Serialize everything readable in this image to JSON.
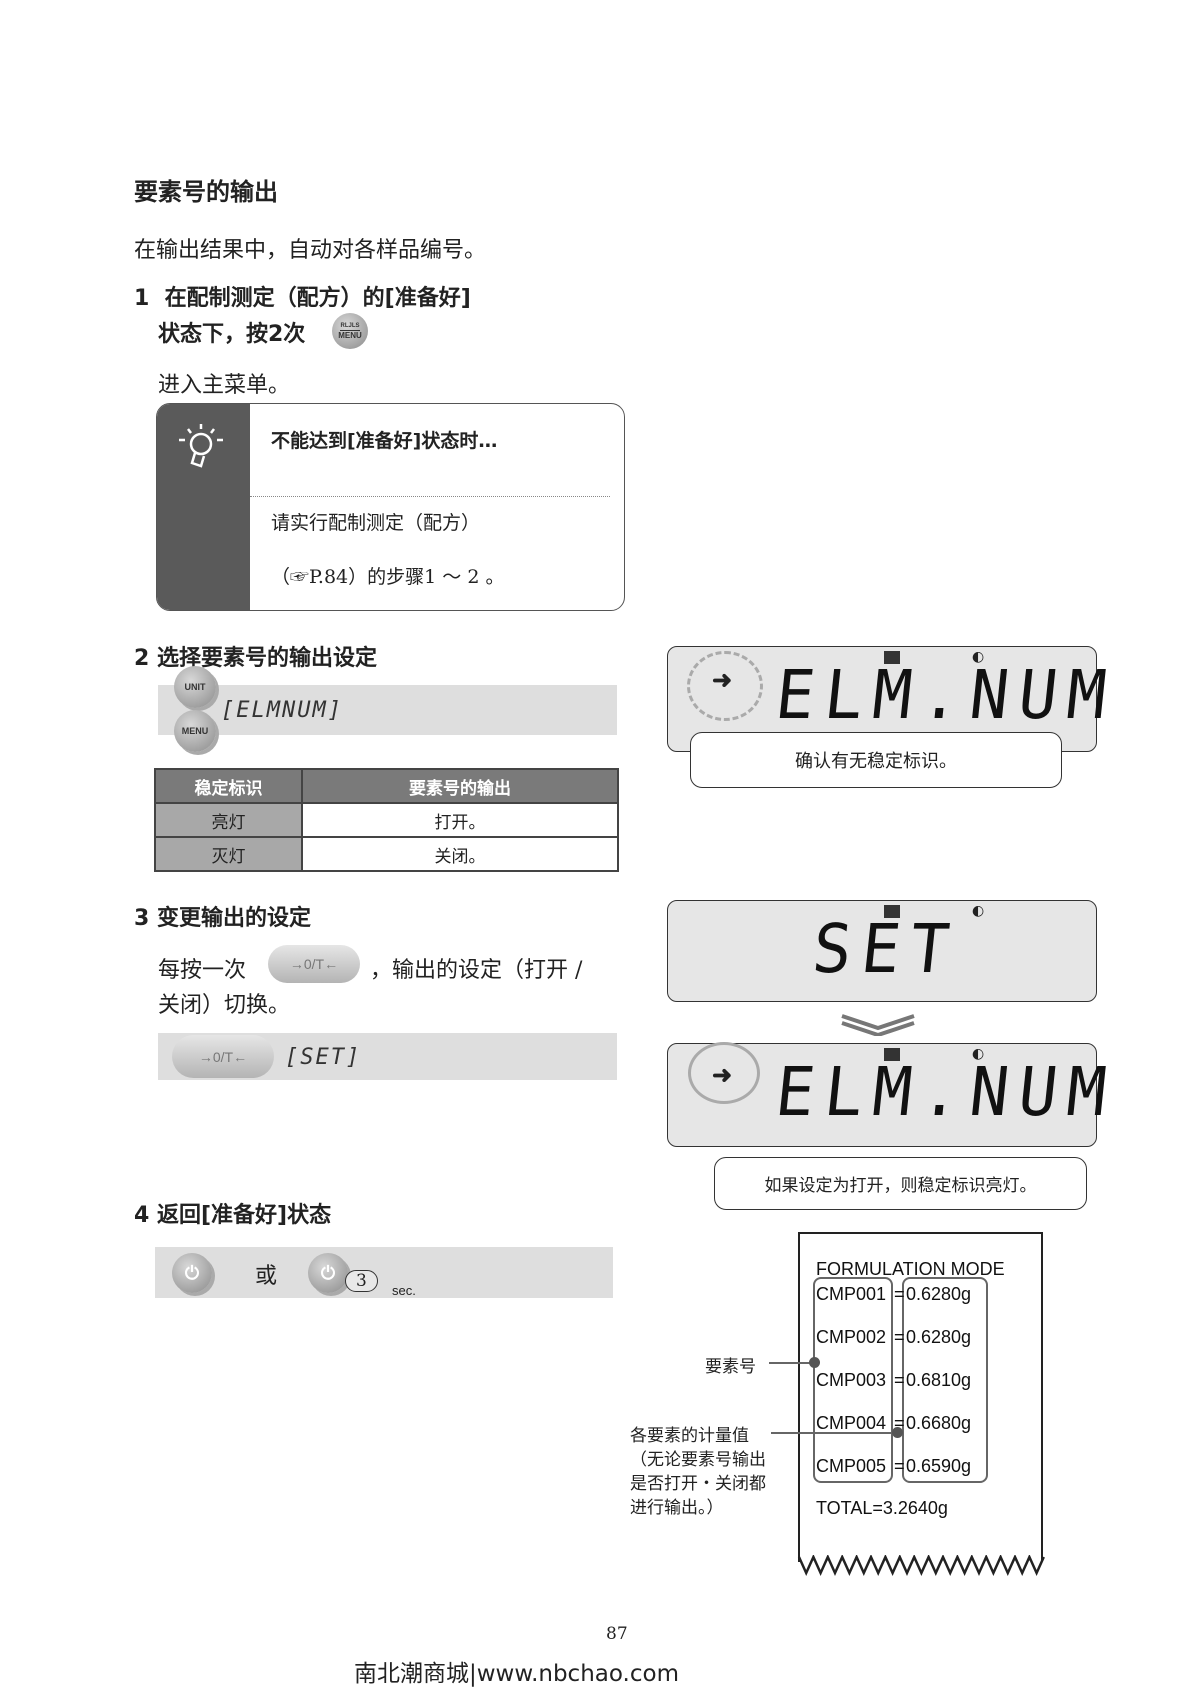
{
  "title": "要素号的输出",
  "intro": "在输出结果中，自动对各样品编号。",
  "step1": {
    "num": "1",
    "line1": "在配制测定（配方）的[准备好]",
    "line2": "状态下，按2次",
    "button": "MENU",
    "button_top": "RLJLS",
    "result": "进入主菜单。"
  },
  "tip": {
    "heading": "不能达到[准备好]状态时…",
    "line1": "请实行配制测定（配方）",
    "line2": "（☞P.84）的步骤1 ～ 2 。"
  },
  "step2": {
    "num": "2",
    "heading": "选择要素号的输出设定",
    "btn_unit": "UNIT",
    "btn_menu": "MENU",
    "display": "[ELMNUM]",
    "table": {
      "headers": [
        "稳定标识",
        "要素号的输出"
      ],
      "rows": [
        [
          "亮灯",
          "打开。"
        ],
        [
          "灭灯",
          "关闭。"
        ]
      ]
    }
  },
  "step3": {
    "num": "3",
    "heading": "变更输出的设定",
    "text_a": "每按一次",
    "text_b": "，输出的设定（打开 /",
    "text_c": "关闭）切换。",
    "button": "→0/T←",
    "display": "[SET]"
  },
  "step4": {
    "num": "4",
    "heading": "返回[准备好]状态",
    "or": "或",
    "hold": "3",
    "sec": "sec."
  },
  "lcd1": {
    "text": "ELM.NUM",
    "callout": "确认有无稳定标识。"
  },
  "lcd2": {
    "text": "SET"
  },
  "lcd3": {
    "text": "ELM.NUM",
    "callout": "如果设定为打开，则稳定标识亮灯。"
  },
  "receipt": {
    "header": "FORMULATION MODE",
    "rows": [
      [
        "CMP001",
        "=",
        "0.6280g"
      ],
      [
        "CMP002",
        "=",
        "0.6280g"
      ],
      [
        "CMP003",
        "=",
        "0.6810g"
      ],
      [
        "CMP004",
        "=",
        "0.6680g"
      ],
      [
        "CMP005",
        "=",
        "0.6590g"
      ]
    ],
    "total": "TOTAL=3.2640g",
    "label_element": "要素号",
    "label_values": [
      "各要素的计量值",
      "（无论要素号输出",
      "是否打开・关闭都",
      "进行输出。）"
    ]
  },
  "page_number": "87",
  "footer": "南北潮商城|www.nbchao.com"
}
